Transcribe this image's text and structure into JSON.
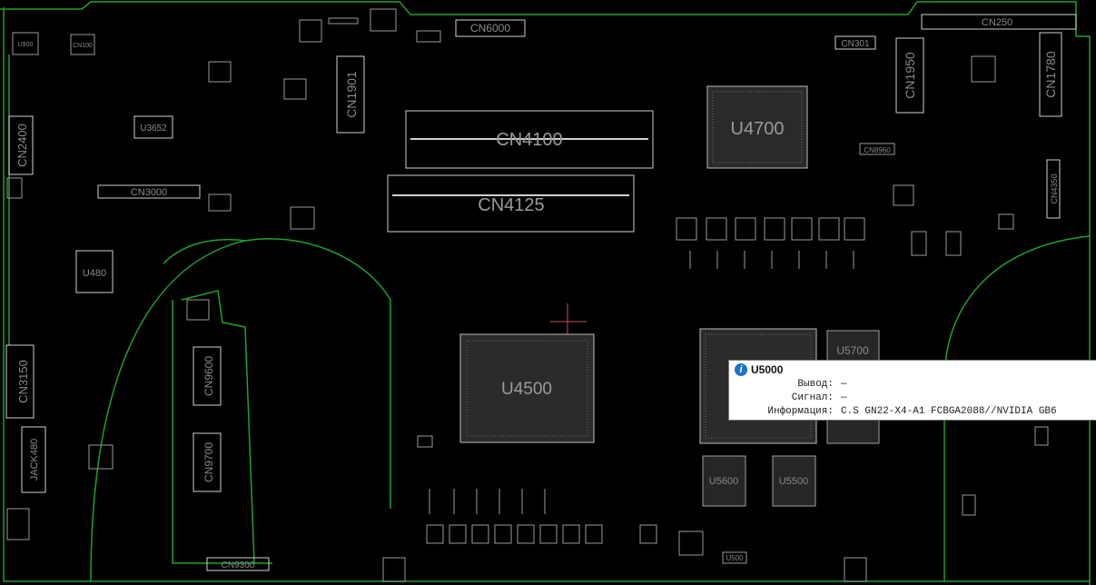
{
  "board": {
    "components": [
      {
        "id": "cn6000",
        "label": "CN6000"
      },
      {
        "id": "cn250",
        "label": "CN250"
      },
      {
        "id": "cn301",
        "label": "CN301"
      },
      {
        "id": "cn1950",
        "label": "CN1950"
      },
      {
        "id": "cn1901",
        "label": "CN1901"
      },
      {
        "id": "cn4100",
        "label": "CN4100"
      },
      {
        "id": "cn4125",
        "label": "CN4125"
      },
      {
        "id": "u4700",
        "label": "U4700"
      },
      {
        "id": "cn2400",
        "label": "CN2400"
      },
      {
        "id": "u3652",
        "label": "U3652"
      },
      {
        "id": "cn3000",
        "label": "CN3000"
      },
      {
        "id": "u480",
        "label": "U480"
      },
      {
        "id": "cn3150",
        "label": "CN3150"
      },
      {
        "id": "jack480",
        "label": "JACK480"
      },
      {
        "id": "cn9600",
        "label": "CN9600"
      },
      {
        "id": "cn9700",
        "label": "CN9700"
      },
      {
        "id": "cn9300",
        "label": "CN9300"
      },
      {
        "id": "u4500",
        "label": "U4500"
      },
      {
        "id": "u5700",
        "label": "U5700"
      },
      {
        "id": "u5600",
        "label": "U5600"
      },
      {
        "id": "u5500",
        "label": "U5500"
      },
      {
        "id": "cn4350",
        "label": "CN4350"
      },
      {
        "id": "cn8960",
        "label": "CN8960"
      },
      {
        "id": "cn100",
        "label": "CN100"
      },
      {
        "id": "u900",
        "label": "U900"
      },
      {
        "id": "u500",
        "label": "U500"
      },
      {
        "id": "cn1780",
        "label": "CN1780"
      }
    ]
  },
  "tooltip": {
    "title": "U5000",
    "rows": [
      {
        "key": "Вывод:",
        "value": "—"
      },
      {
        "key": "Сигнал:",
        "value": "—"
      },
      {
        "key": "Информация:",
        "value": "C.S GN22-X4-A1 FCBGA2088//NVIDIA GB6"
      }
    ]
  },
  "colors": {
    "background": "#000000",
    "outline": "#1fa12b",
    "silkscreen": "#cfcfcf",
    "tooltip_bg": "#ffffff",
    "info_icon": "#1e6fd0",
    "crosshair": "#c05050"
  }
}
